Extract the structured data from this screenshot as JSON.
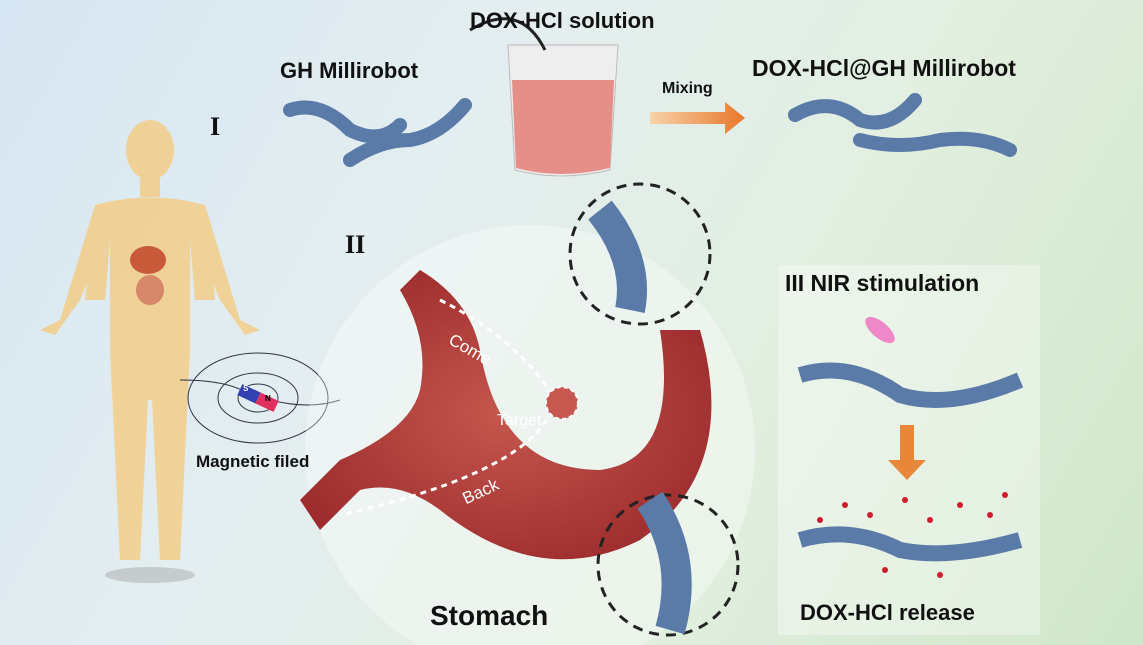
{
  "step1": {
    "numeral": "I",
    "robot_label": "GH Millirobot",
    "solution_label": "DOX-HCl solution",
    "mixing_label": "Mixing",
    "result_label": "DOX-HCl@GH Millirobot"
  },
  "step2": {
    "numeral": "II",
    "come_label": "Come",
    "target_label": "Target",
    "back_label": "Back",
    "stomach_label": "Stomach",
    "magnet_label": "Magnetic filed",
    "magnet_s": "S",
    "magnet_n": "N"
  },
  "step3": {
    "title": "III NIR stimulation",
    "release_label": "DOX-HCl release"
  },
  "colors": {
    "robot": "#5a7aa8",
    "drug": "#d01c2a",
    "stomach": "#b8403c",
    "arrow": "#e8863a",
    "body": "#f2cf8e"
  }
}
